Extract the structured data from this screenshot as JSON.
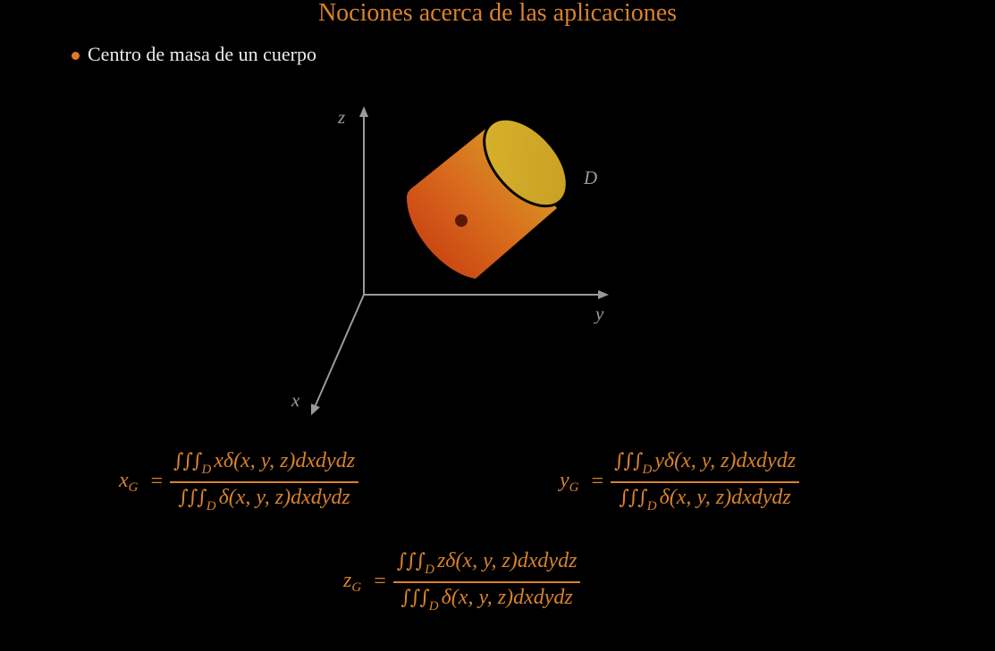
{
  "slide": {
    "title": "Nociones acerca de las aplicaciones",
    "bullet": "Centro de masa de un cuerpo"
  },
  "figure": {
    "axis_z_label": "z",
    "axis_y_label": "y",
    "axis_x_label": "x",
    "region_label": "D"
  },
  "formulas": {
    "xG": {
      "var": "x",
      "sub": "G",
      "eq": "=",
      "num_int": "∫∫∫",
      "num_dom": "D",
      "num_body": "xδ(x, y, z)dxdydz",
      "den_int": "∫∫∫",
      "den_dom": "D",
      "den_body": "δ(x, y, z)dxdydz"
    },
    "yG": {
      "var": "y",
      "sub": "G",
      "eq": "=",
      "num_int": "∫∫∫",
      "num_dom": "D",
      "num_body": "yδ(x, y, z)dxdydz",
      "den_int": "∫∫∫",
      "den_dom": "D",
      "den_body": "δ(x, y, z)dxdydz"
    },
    "zG": {
      "var": "z",
      "sub": "G",
      "eq": "=",
      "num_int": "∫∫∫",
      "num_dom": "D",
      "num_body": "zδ(x, y, z)dxdydz",
      "den_int": "∫∫∫",
      "den_dom": "D",
      "den_body": "δ(x, y, z)dxdydz"
    }
  },
  "colors": {
    "accent": "#d9822b",
    "background": "#000000",
    "body_text": "#ececec",
    "axis": "#9a9a9a",
    "cylinder_light": "#e0c030",
    "cylinder_dark": "#c83a10"
  }
}
